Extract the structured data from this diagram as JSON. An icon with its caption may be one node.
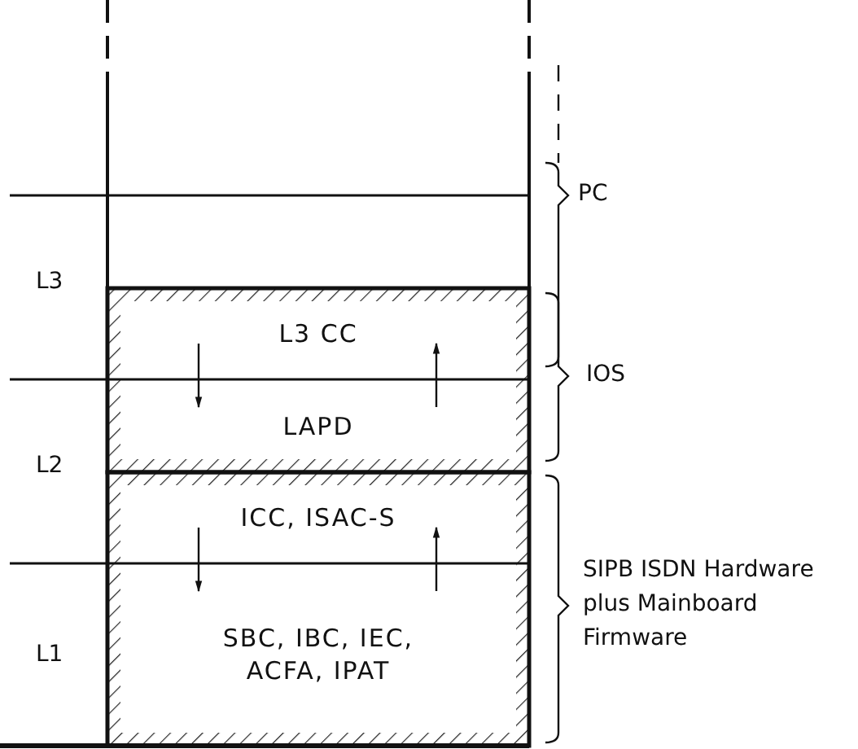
{
  "diagram": {
    "nodes": [
      {
        "text": [
          "L3 CC"
        ]
      },
      {
        "text": [
          "LAPD"
        ]
      },
      {
        "text": [
          "ICC, ISAC-S"
        ]
      },
      {
        "text": [
          "SBC, IBC, IEC, ACFA, IPAT"
        ]
      }
    ],
    "edges": [
      {
        "from": 0,
        "to": 1,
        "arrow": "to"
      },
      {
        "from": 1,
        "to": 0,
        "arrow": "to"
      },
      {
        "from": 2,
        "to": 3,
        "arrow": "to"
      },
      {
        "from": 3,
        "to": 2,
        "arrow": "to"
      }
    ],
    "labels": [
      "PC",
      "L3",
      "IOS",
      "L2",
      "SIPB ISDN Hardware plus Mainboard Firmware",
      "L1"
    ]
  }
}
